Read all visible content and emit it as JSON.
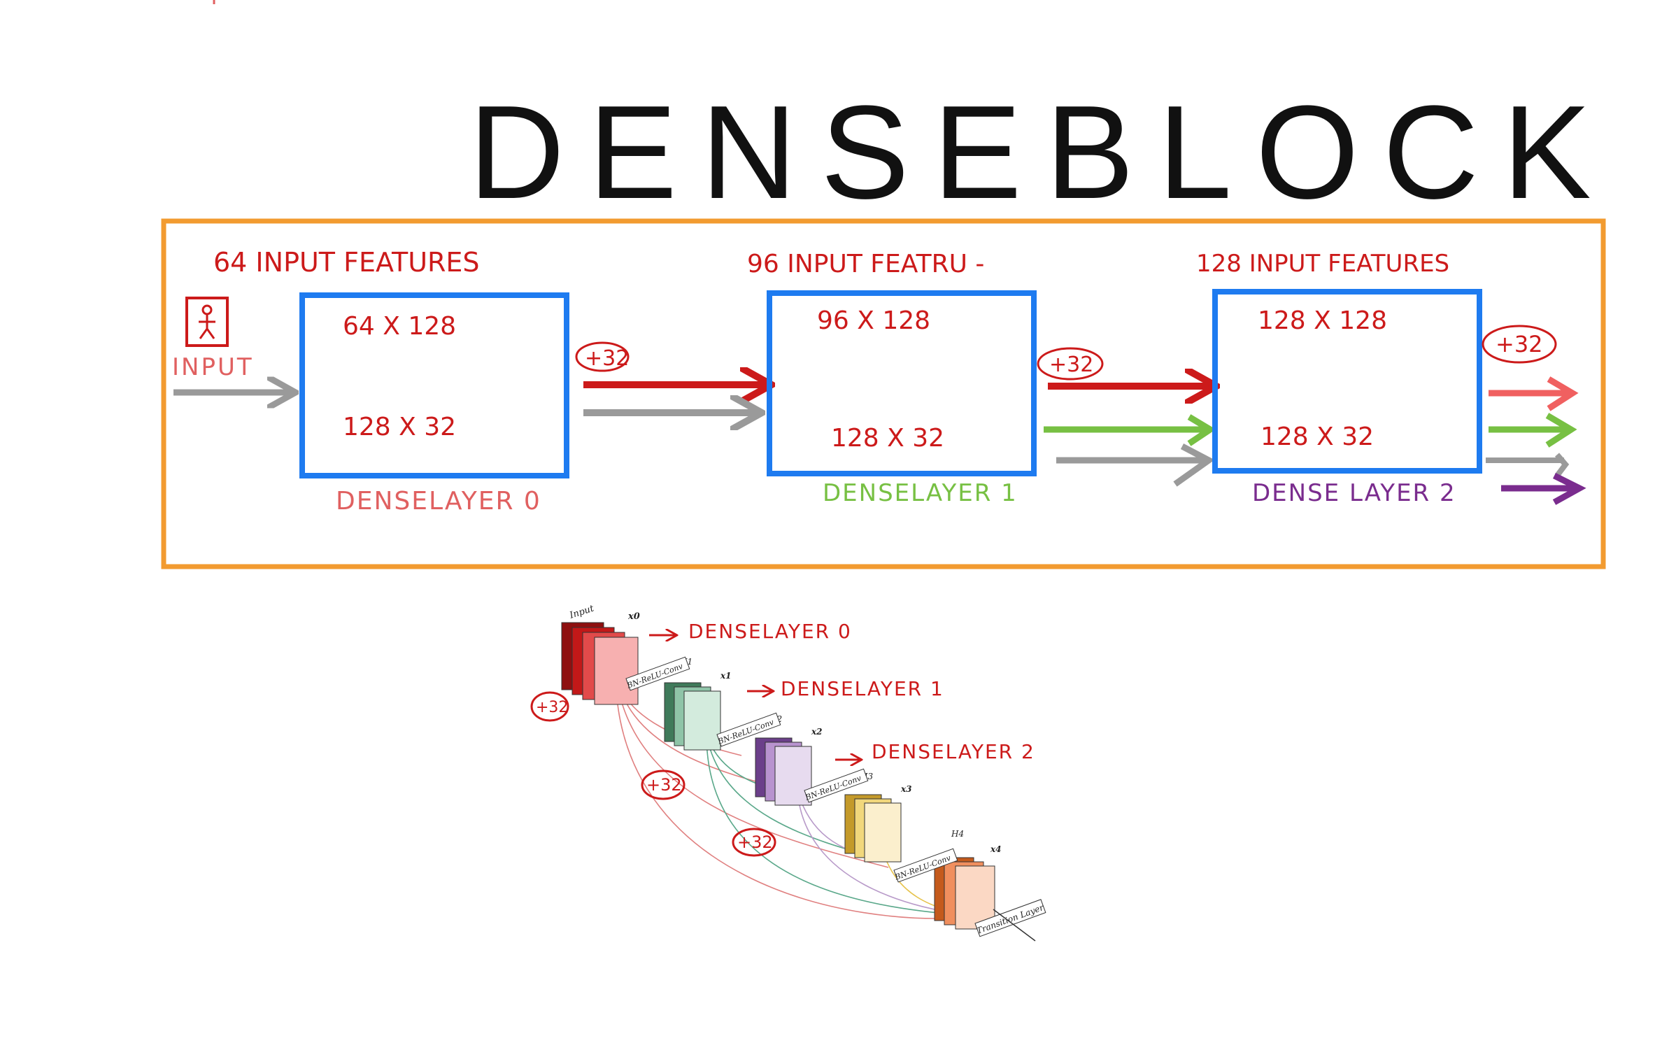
{
  "title": "DENSEBLOCK",
  "input_label": "INPUT",
  "input_icon": "person-in-box-icon",
  "layers": [
    {
      "caption": "DENSELAYER 0",
      "features": "64 INPUT FEATURES",
      "top": "64 X 128",
      "bottom": "128 X 32",
      "caption_color": "#e06060"
    },
    {
      "caption": "DENSELAYER 1",
      "features": "96 INPUT FEATRU -",
      "top": "96 X 128",
      "bottom": "128 X 32",
      "caption_color": "#77c043"
    },
    {
      "caption": "DENSE LAYER 2",
      "features": "128 INPUT FEATURES",
      "top": "128 X 128",
      "bottom": "128 X 32",
      "caption_color": "#7a2c8e"
    }
  ],
  "growth_badge": "+32",
  "colors": {
    "frame": "#f29b30",
    "layer_box": "#1e7bf0",
    "annotation": "#cc1a1a",
    "arrow_gray": "#9a9a9a",
    "arrow_red": "#cc1a1a",
    "arrow_green": "#77c043",
    "arrow_purple": "#7a2c8e",
    "arrow_pink": "#f06060"
  },
  "reference_figure": {
    "input_label": "Input",
    "features": [
      "x0",
      "x1",
      "x2",
      "x3",
      "x4"
    ],
    "functions": [
      "H1",
      "H2",
      "H3",
      "H4"
    ],
    "conv_label": "BN-ReLU-Conv",
    "transition_label": "Transition Layer",
    "callouts": [
      "DENSELAYER 0",
      "DENSELAYER 1",
      "DENSELAYER 2"
    ]
  }
}
